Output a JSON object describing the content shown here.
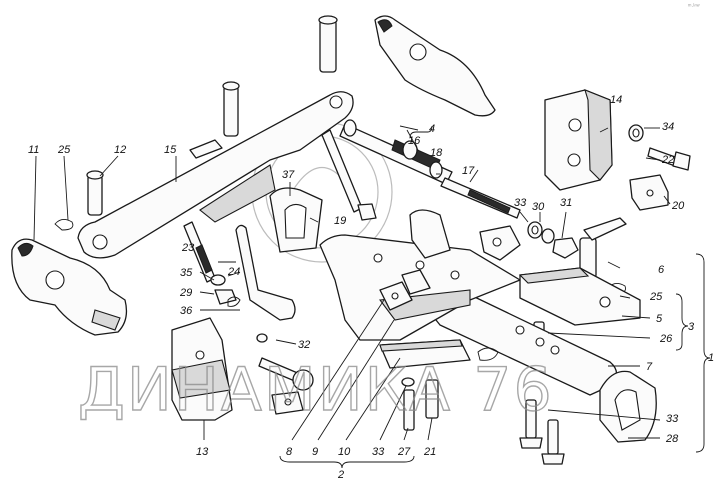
{
  "corner_mark": "ᵐ·ˡⁿʷ",
  "watermark": "ДИНАМИКА 76",
  "labels": {
    "l1": "1",
    "l2": "2",
    "l3": "3",
    "l4": "4",
    "l5": "5",
    "l6": "6",
    "l7": "7",
    "l8": "8",
    "l9": "9",
    "l10": "10",
    "l11": "11",
    "l12": "12",
    "l13": "13",
    "l14": "14",
    "l15": "15",
    "l16": "16",
    "l17": "17",
    "l18": "18",
    "l19": "19",
    "l20": "20",
    "l21": "21",
    "l22": "22",
    "l23": "23",
    "l24": "24",
    "l25a": "25",
    "l25b": "25",
    "l26": "26",
    "l27": "27",
    "l28": "28",
    "l29": "29",
    "l30": "30",
    "l31": "31",
    "l32": "32",
    "l33a": "33",
    "l33b": "33",
    "l33c": "33",
    "l34": "34",
    "l35": "35",
    "l36": "36",
    "l37": "37"
  }
}
